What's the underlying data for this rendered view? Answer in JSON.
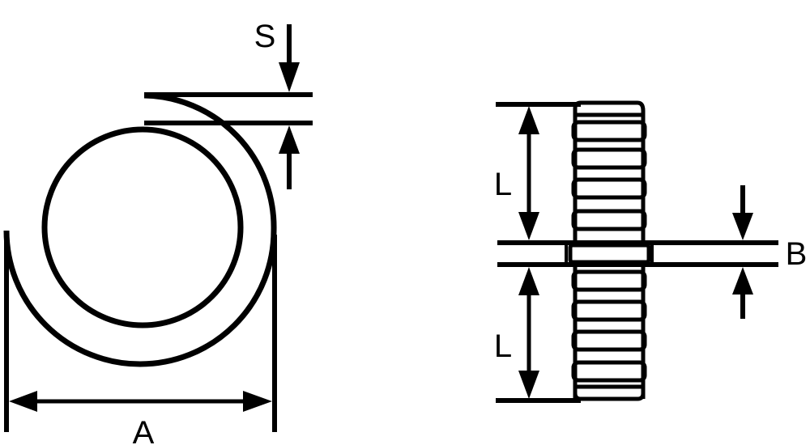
{
  "labels": {
    "thickness": "S",
    "outer_diameter": "A",
    "length_top": "L",
    "length_bottom": "L",
    "gap": "B"
  },
  "colors": {
    "line": "#000000",
    "background": "#ffffff"
  }
}
